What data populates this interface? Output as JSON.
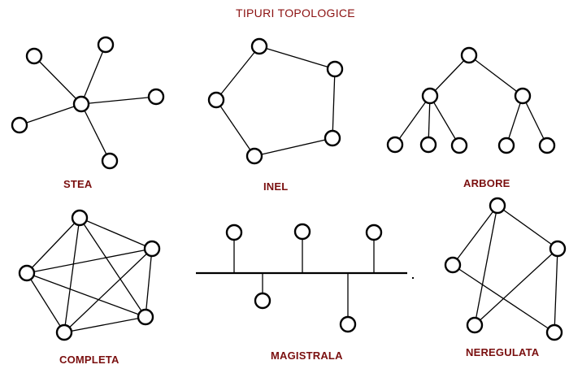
{
  "title": "TIPURI TOPOLOGICE",
  "topologies": [
    {
      "key": "stea",
      "label": "STEA"
    },
    {
      "key": "inel",
      "label": "INEL"
    },
    {
      "key": "arbore",
      "label": "ARBORE"
    },
    {
      "key": "completa",
      "label": "COMPLETA"
    },
    {
      "key": "magistrala",
      "label": "MAGISTRALA"
    },
    {
      "key": "neregulata",
      "label": "NEREGULATA"
    }
  ],
  "colors": {
    "label": "#7a0f0f",
    "title": "#8b1010",
    "stroke": "#000000",
    "node_fill": "#ffffff"
  }
}
